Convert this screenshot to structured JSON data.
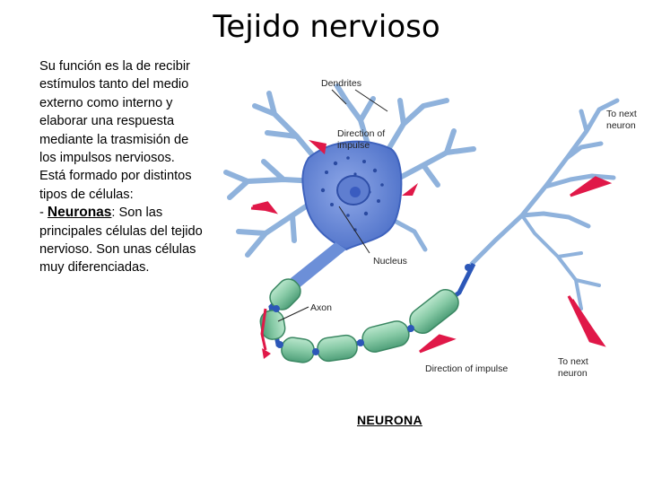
{
  "slide": {
    "title": "Tejido nervioso",
    "body": {
      "p1": "Su función es la de recibir estímulos tanto del medio externo como interno  y elaborar una respuesta mediante la trasmisión de los impulsos nerviosos. Está formado por distintos tipos de células:",
      "p2_prefix": "- ",
      "p2_bold": "Neuronas",
      "p2_rest": ": Son las principales células del tejido nervioso. Son unas células muy diferenciadas."
    },
    "caption": "NEURONA"
  },
  "diagram": {
    "labels": {
      "dendrites": "Dendrites",
      "direction_top_1": "Direction of",
      "direction_top_2": "impulse",
      "nucleus": "Nucleus",
      "axon": "Axon",
      "direction_bottom": "Direction of impulse",
      "to_next_top_1": "To next",
      "to_next_top_2": "neuron",
      "to_next_bottom_1": "To next",
      "to_next_bottom_2": "neuron"
    },
    "colors": {
      "dendrite": "#8fb2dc",
      "soma": "#6c8fd8",
      "myelin": "#86c9a5",
      "node": "#2c57b8",
      "arrow": "#e01848"
    }
  }
}
